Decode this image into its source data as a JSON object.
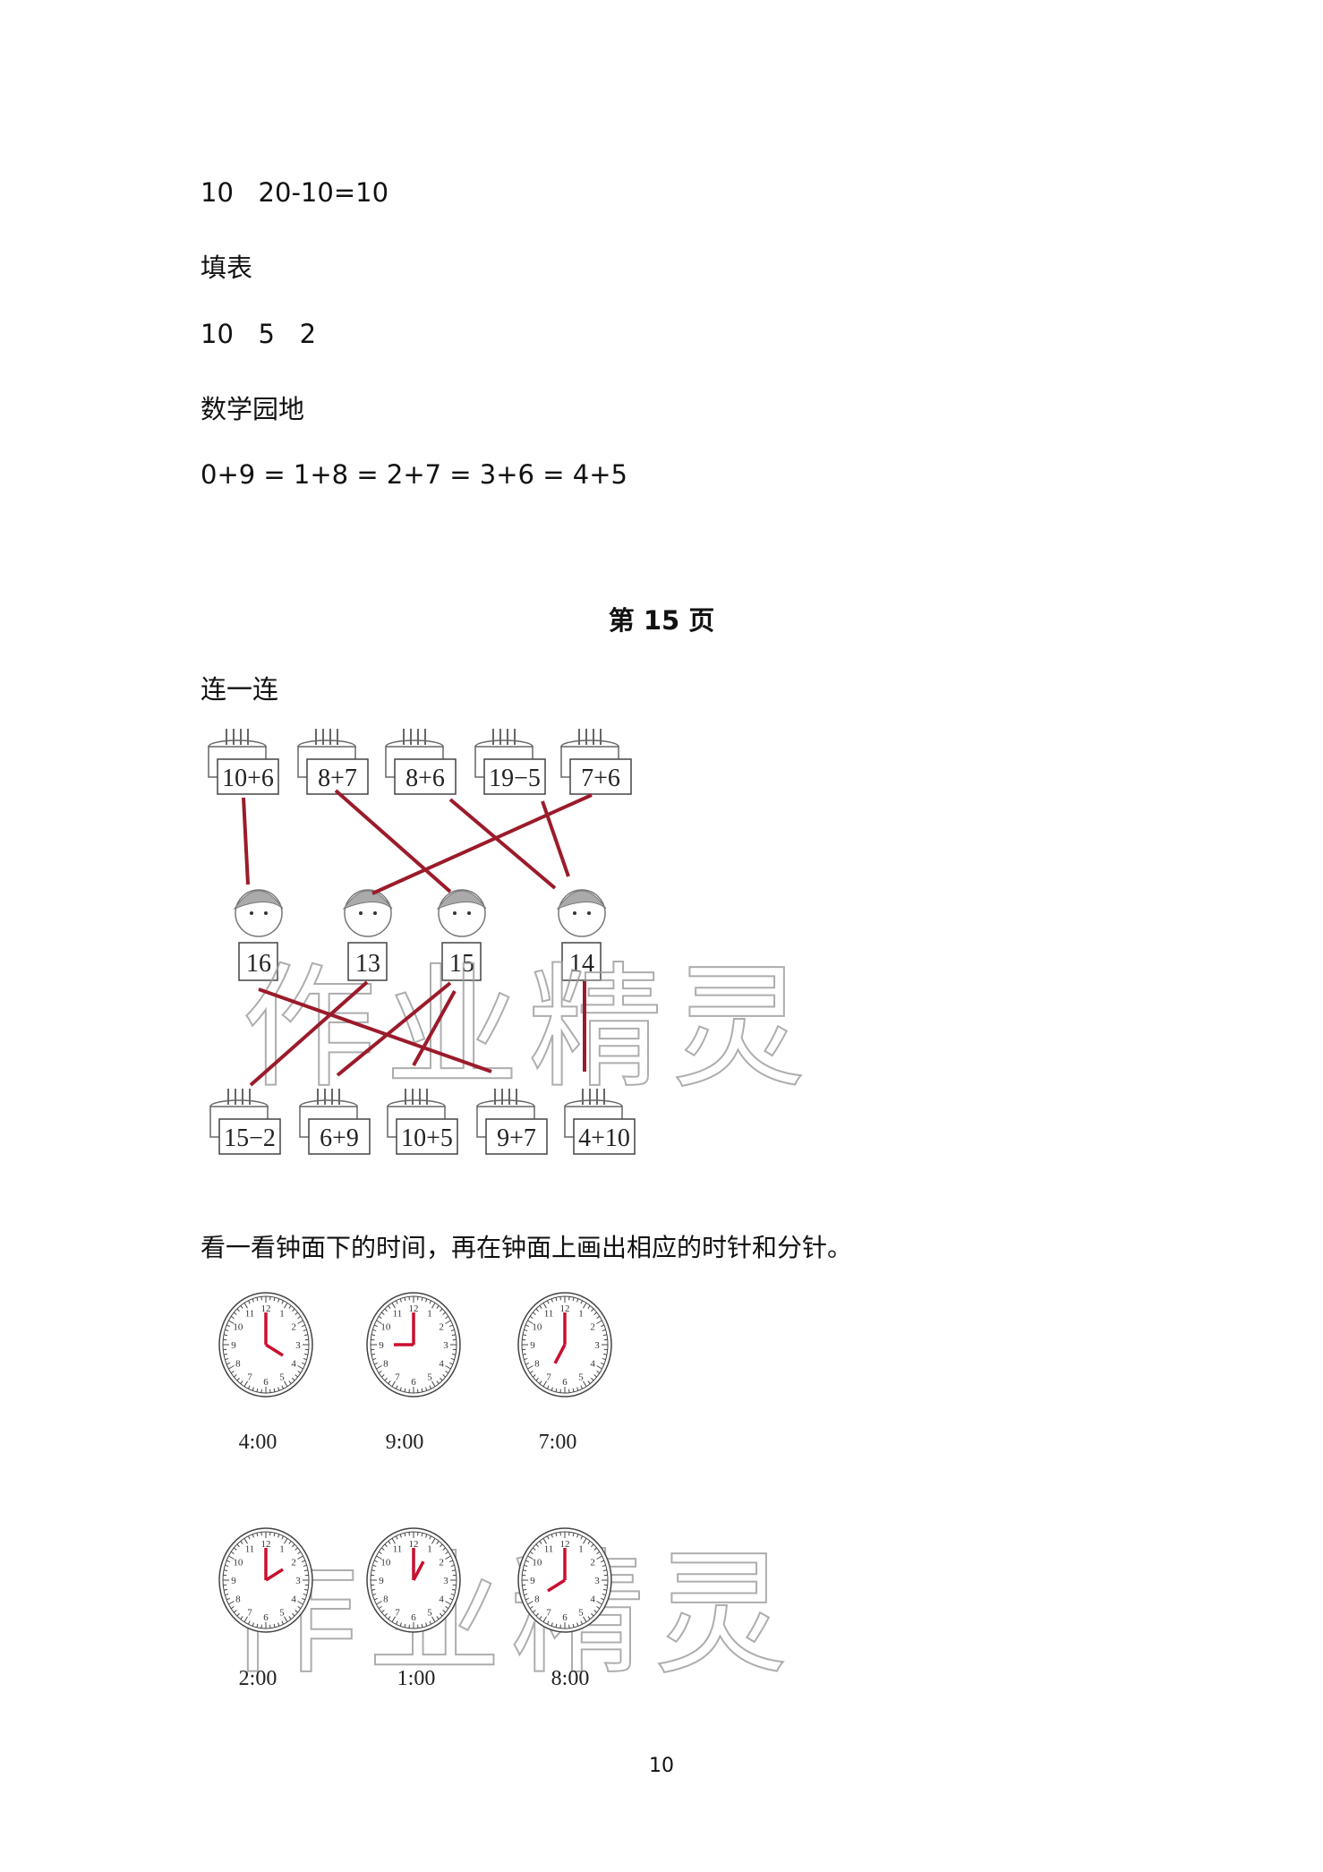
{
  "answers": {
    "line1": "10   20-10=10",
    "heading_fill_table": "填表",
    "line2": "10   5   2",
    "heading_math_garden": "数学园地",
    "line3": "0+9 = 1+8 = 2+7 = 3+6 = 4+5"
  },
  "page_title": "第 15 页",
  "matching": {
    "heading": "连一连",
    "top_cakes": [
      "10+6",
      "8+7",
      "8+6",
      "19−5",
      "7+6"
    ],
    "kids": [
      "16",
      "13",
      "15",
      "14"
    ],
    "bottom_cakes": [
      "15−2",
      "6+9",
      "10+5",
      "9+7",
      "4+10"
    ],
    "line_color": "#9b1b2a"
  },
  "clocks": {
    "instruction": "看一看钟面下的时间，再在钟面上画出相应的时针和分针。",
    "hand_color": "#c8102e",
    "items": [
      {
        "label": "4:00",
        "hour": 4
      },
      {
        "label": "9:00",
        "hour": 9
      },
      {
        "label": "7:00",
        "hour": 7
      },
      {
        "label": "2:00",
        "hour": 2
      },
      {
        "label": "1:00",
        "hour": 1
      },
      {
        "label": "8:00",
        "hour": 8
      }
    ]
  },
  "watermark": "作业精灵",
  "page_number": "10"
}
